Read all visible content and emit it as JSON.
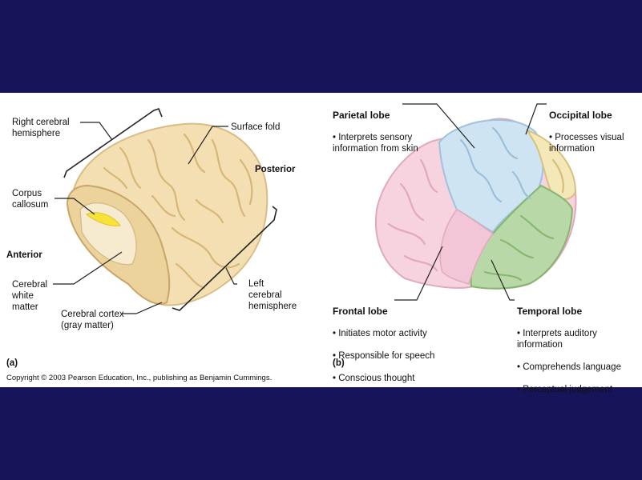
{
  "panel_a": {
    "label": "(a)",
    "right_hemisphere": "Right cerebral\nhemisphere",
    "surface_fold": "Surface fold",
    "posterior": "Posterior",
    "corpus_callosum": "Corpus\ncallosum",
    "anterior": "Anterior",
    "white_matter": "Cerebral\nwhite\nmatter",
    "cortex": "Cerebral cortex\n(gray matter)",
    "left_hemisphere": "Left\ncerebral\nhemisphere"
  },
  "panel_b": {
    "label": "(b)",
    "parietal": {
      "title": "Parietal lobe",
      "bullets": [
        "• Interprets sensory\n   information from skin"
      ]
    },
    "occipital": {
      "title": "Occipital lobe",
      "bullets": [
        "• Processes visual\n   information"
      ]
    },
    "frontal": {
      "title": "Frontal lobe",
      "bullets": [
        "• Initiates motor activity",
        "• Responsible for speech",
        "• Conscious thought"
      ]
    },
    "temporal": {
      "title": "Temporal lobe",
      "bullets": [
        "• Interprets auditory\n   information",
        "• Comprehends language",
        "• Perceptual judgement"
      ]
    }
  },
  "copyright": "Copyright © 2003 Pearson Education, Inc., publishing as Benjamin Cummings.",
  "colors": {
    "background": "#17145a",
    "brain_tan": "#f3dfb2",
    "frontal": "#f6d3df",
    "parietal": "#cfe4f3",
    "occipital": "#f5e8b8",
    "temporal": "#b9d8a8",
    "corpus_callosum": "#f7e23a"
  }
}
